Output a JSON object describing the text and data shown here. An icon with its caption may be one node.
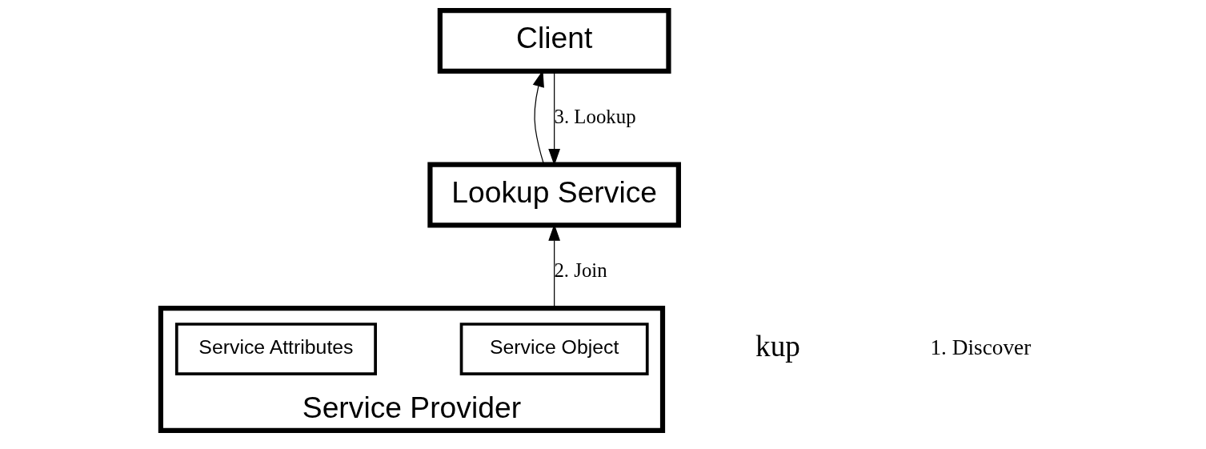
{
  "diagram": {
    "nodes": [
      {
        "text": [
          "Lookup Service"
        ]
      },
      {
        "text": [
          "Client"
        ]
      },
      {
        "text": [
          "Service Provider"
        ]
      },
      {
        "text": [
          "Service Object"
        ],
        "in": 2
      },
      {
        "text": [
          "Service Attributes"
        ],
        "in": 2
      }
    ],
    "edges": [
      {
        "from": 1,
        "to": 0,
        "arrow": "to",
        "label": "3. Lookup"
      },
      {
        "from": 0,
        "to": 1,
        "arrow": "to"
      },
      {
        "from": 2,
        "to": 0,
        "arrow": "to",
        "label": "2. Join"
      }
    ],
    "labels": [
      "kup",
      "1. Discover"
    ]
  }
}
